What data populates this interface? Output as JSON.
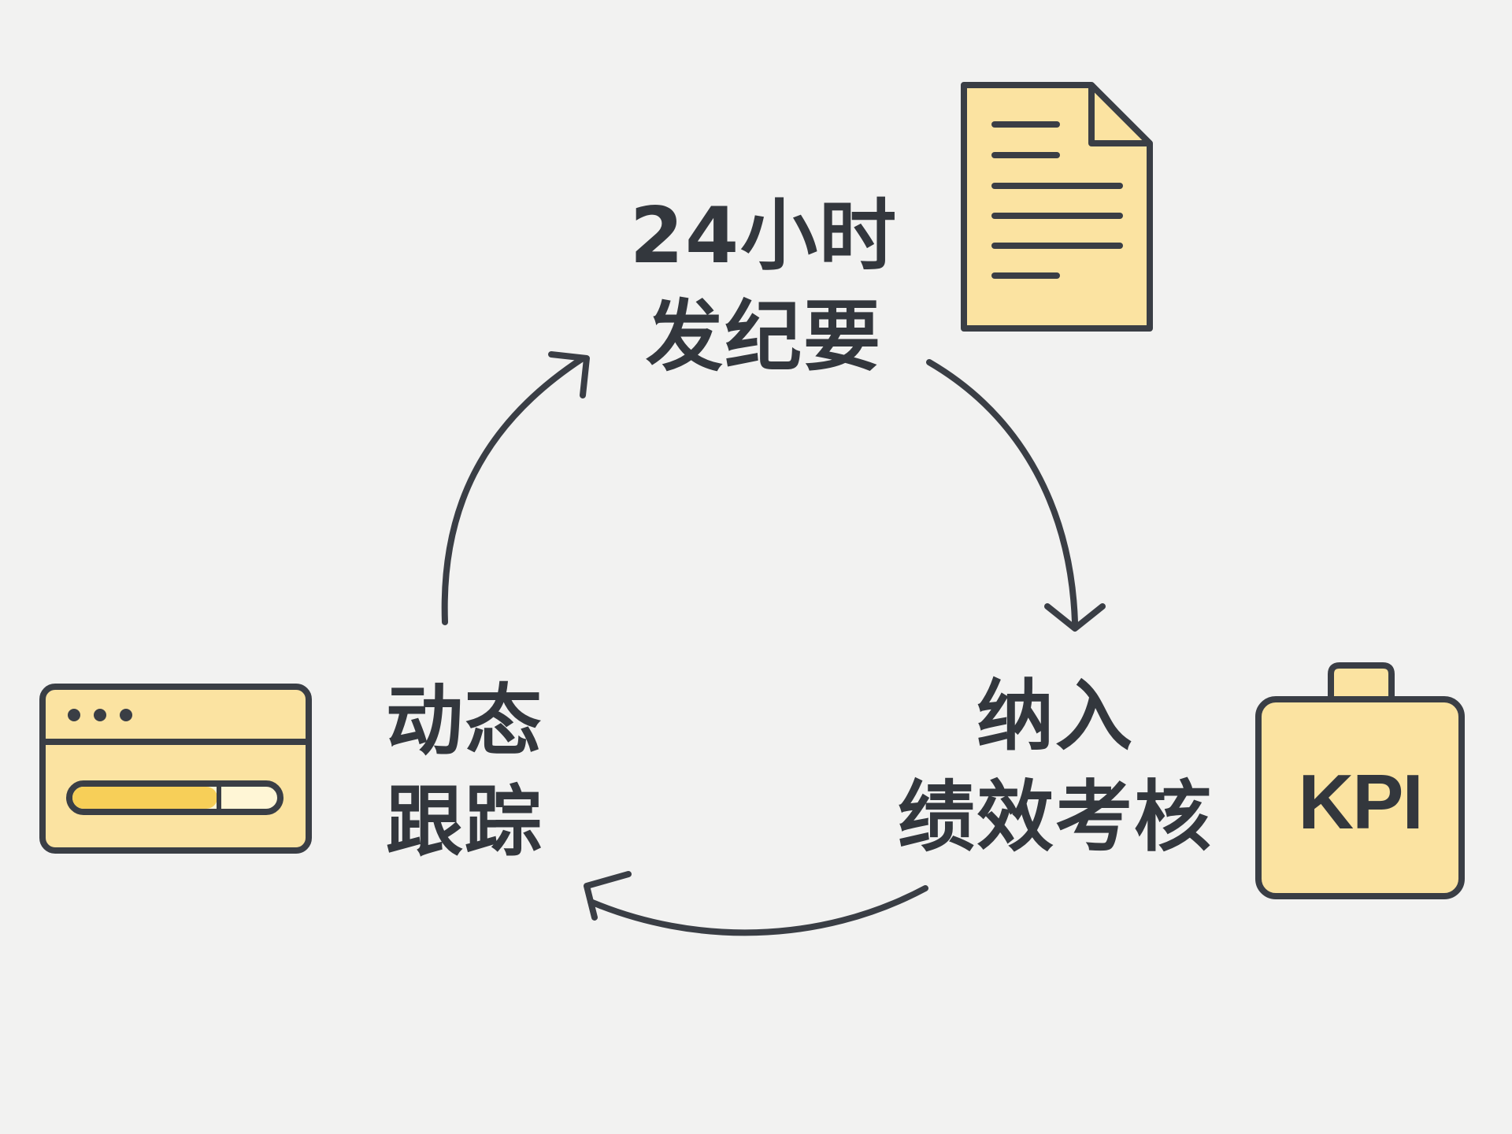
{
  "diagram": {
    "steps": [
      {
        "lines": [
          "24小时",
          "发纪要"
        ],
        "icon": "document-icon"
      },
      {
        "lines": [
          "纳入",
          "绩效考核"
        ],
        "icon": "kpi-badge-icon"
      },
      {
        "lines": [
          "动态",
          "跟踪"
        ],
        "icon": "progress-window-icon"
      }
    ],
    "kpi_badge_text": "KPI"
  },
  "colors": {
    "background": "#f2f2f1",
    "ink": "#3a3e45",
    "icon_fill": "#fbe3a1",
    "progress_fill": "#f7cf58"
  }
}
